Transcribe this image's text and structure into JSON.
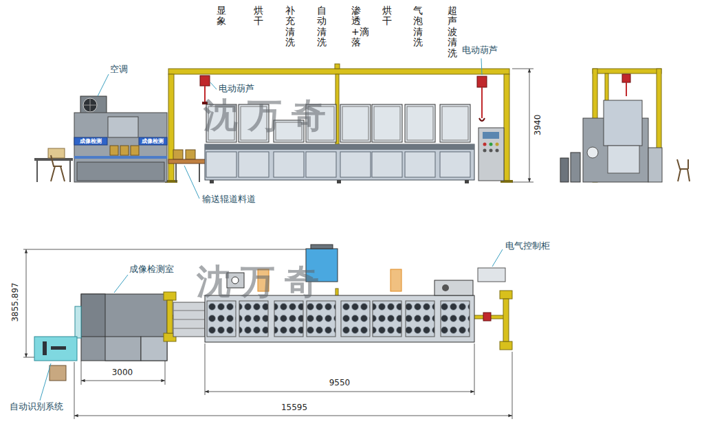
{
  "diagram": {
    "labels": [
      "显象",
      "烘干",
      "补充清洗",
      "自动清洗",
      "渗透+滴落",
      "烘干",
      "气泡清洗",
      "超声波清洗",
      "空调",
      "电动葫芦",
      "电动葫芦",
      "3940",
      "成像检测",
      "成像检测",
      "沈万奇",
      "输送辊道料道",
      "3855.897",
      "电气控制柜",
      "成像检测室",
      "沈万奇",
      "3000",
      "9550",
      "自动识别系统",
      "15595"
    ]
  }
}
